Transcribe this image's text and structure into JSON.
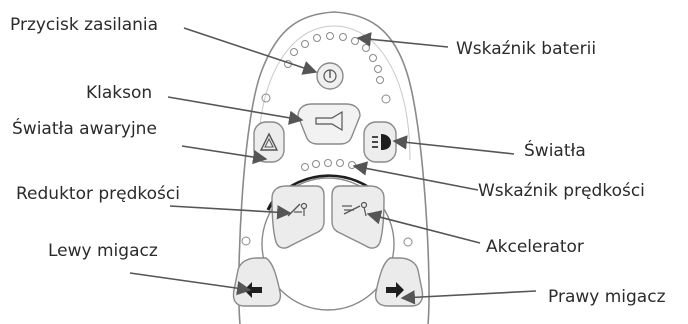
{
  "labels": {
    "power_button": "Przycisk zasilania",
    "battery_indicator": "Wskaźnik baterii",
    "horn": "Klakson",
    "hazard_lights": "Światła awaryjne",
    "lights": "Światła",
    "speed_reducer": "Reduktor prędkości",
    "speed_indicator": "Wskaźnik prędkości",
    "left_indicator": "Lewy migacz",
    "accelerator": "Akcelerator",
    "right_indicator": "Prawy migacz"
  },
  "icons": {
    "power": "power-icon",
    "horn": "horn-icon",
    "hazard": "hazard-triangle-icon",
    "lights": "headlight-icon",
    "turtle": "slow-speed-icon",
    "hare": "fast-speed-icon",
    "left_arrow": "arrow-left-icon",
    "right_arrow": "arrow-right-icon"
  },
  "colors": {
    "outline": "#8a8a8a",
    "text": "#2b2b2b",
    "arrow": "#555555",
    "button_fill": "#e6e6e6",
    "dark_fill": "#1e1e1e"
  }
}
